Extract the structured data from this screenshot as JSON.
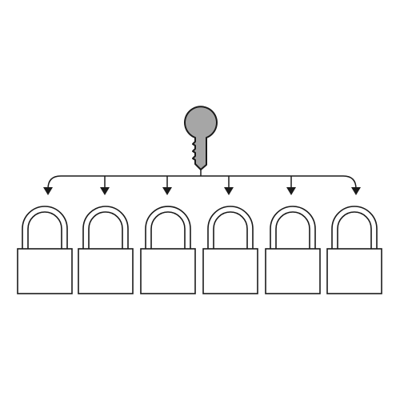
{
  "diagram": {
    "background_color": "#ffffff",
    "stroke_color": "#1a1a1a",
    "key": {
      "icon": "key-icon",
      "fill_color": "#a6a6a6"
    },
    "connector": {
      "icon": "branching-arrow-connector",
      "arrow_count": 6
    },
    "padlocks": {
      "icon": "padlock-icon",
      "count": 6,
      "fill_color": "#ffffff"
    }
  }
}
